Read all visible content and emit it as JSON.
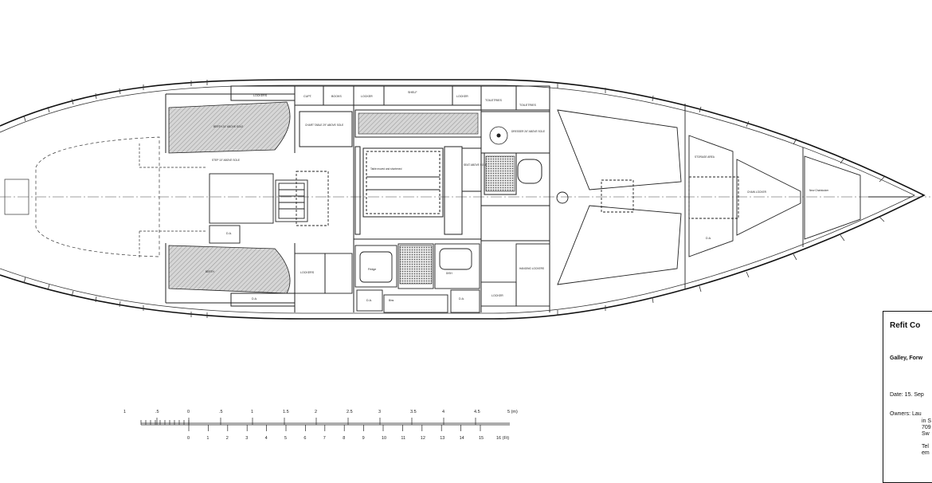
{
  "labels": {
    "lockers_top": "LOCKERS",
    "cupb": "CUPT.",
    "books": "BOOKS",
    "locker_a": "LOCKER",
    "shelf": "SHELF",
    "locker_b": "LOCKER",
    "toiletries_a": "TOILETRIES",
    "toiletries_b": "TOILETRIES",
    "berth_top": "BERTH 24\" ABOVE SOLE",
    "chart_table": "CHART TABLE 29\" ABOVE SOLE",
    "dresser": "DRESSER 26\" ABOVE SOLE",
    "step": "STEP 10\" ABOVE SOLE",
    "table": "Table moved and shortened",
    "seat_above": "SEAT ABOVE SOLE",
    "storage": "STORAGE AREA",
    "chain_locker": "CHAIN LOCKER",
    "new_chainlocker": "New Chainlocker",
    "lockers_bottom": "LOCKERS",
    "fridge": "Fridge",
    "hanging_lockers": "HANGING LOCKERS",
    "locker_bottom": "LOCKER",
    "da_1": "D.A.",
    "da_2": "D.A.",
    "da_3": "D.A.",
    "da_4": "D.A.",
    "da_5": "D.A.",
    "bin": "Bins",
    "dish": "DISH",
    "berth_bottom": "BERTH"
  },
  "scale": {
    "metric_unit": "5 (m)",
    "metric_ticks": [
      "1",
      ".5",
      "0",
      ".5",
      "1",
      "1.5",
      "2",
      "2.5",
      "3",
      "3.5",
      "4",
      "4.5"
    ],
    "imperial_unit": "16 (Ft)",
    "imperial_ticks": [
      "0",
      "1",
      "2",
      "3",
      "4",
      "5",
      "6",
      "7",
      "8",
      "9",
      "10",
      "11",
      "12",
      "13",
      "14",
      "15"
    ]
  },
  "title_block": {
    "title": "Refit Co",
    "subtitle": "Galley, Forw",
    "date": "Date: 15. Sep",
    "owners": "Owners: Lau",
    "addr1": "in S",
    "addr2": "709",
    "addr3": "Sw",
    "tel": "Tel",
    "email": "em"
  }
}
